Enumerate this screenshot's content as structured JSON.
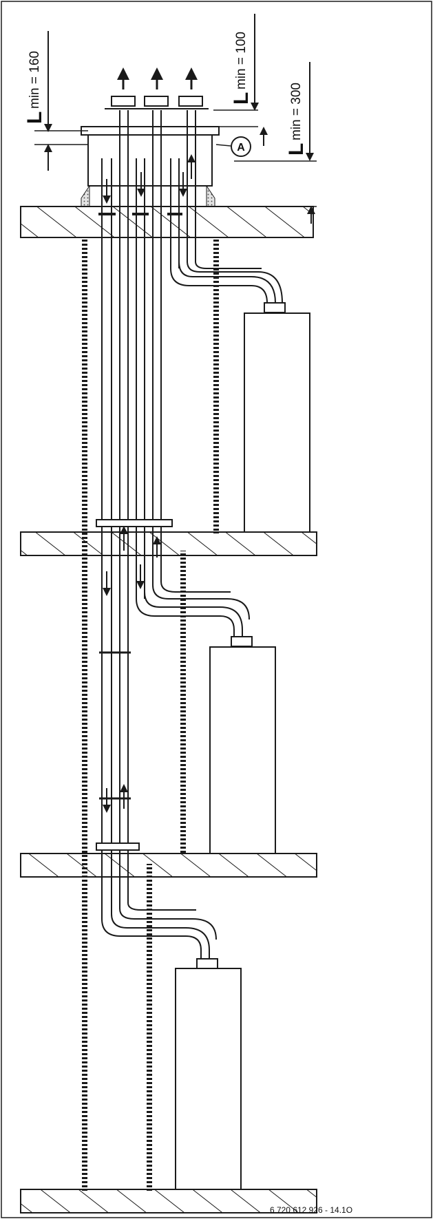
{
  "dimensions": {
    "d160": {
      "letter": "L",
      "sub": "min = 160"
    },
    "d100": {
      "letter": "L",
      "sub": "min = 100"
    },
    "d300": {
      "letter": "L",
      "sub": "min = 300"
    }
  },
  "marker_a": "A",
  "figure_ref": "6 720 612 926 - 14.1O",
  "colors": {
    "line": "#1a1a1a",
    "paper": "#ffffff",
    "concrete": "#d8d8d8"
  }
}
